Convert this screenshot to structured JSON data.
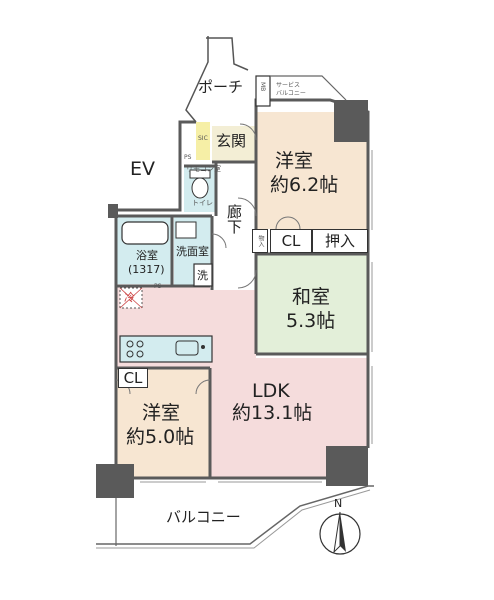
{
  "plan": {
    "rooms": {
      "western_room_1": {
        "name": "洋室",
        "area": "約6.2帖"
      },
      "western_room_2": {
        "name": "洋室",
        "area": "約5.0帖"
      },
      "japanese_room": {
        "name": "和室",
        "area": "5.3帖"
      },
      "ldk": {
        "name": "LDK",
        "area": "約13.1帖"
      },
      "bath": {
        "name": "浴室",
        "size": "(1317)"
      },
      "washroom": "洗面室",
      "toilet": "トイレ",
      "entrance": "玄関",
      "hallway": "廊下",
      "porch": "ポーチ",
      "balcony": "バルコニー",
      "service_balcony": "サービス\nバルコニー"
    },
    "storage": {
      "cl": "CL",
      "oshiire": "押入",
      "monoire": "物入",
      "sic": "SIC",
      "mb": "MB",
      "ps": "PS"
    },
    "fixtures": {
      "laundry": "洗",
      "fridge": "冷",
      "remote_control": "リモコン室"
    },
    "labels": {
      "ev": "EV",
      "north": "N"
    },
    "colors": {
      "wall": "#5a5a5a",
      "western": "#f7e6d2",
      "japanese": "#e3efd9",
      "ldk": "#f5dcdc",
      "wet": "#d3ecef",
      "entrance": "#f3eed5",
      "sic": "#f6efa6",
      "line": "#333333"
    }
  }
}
